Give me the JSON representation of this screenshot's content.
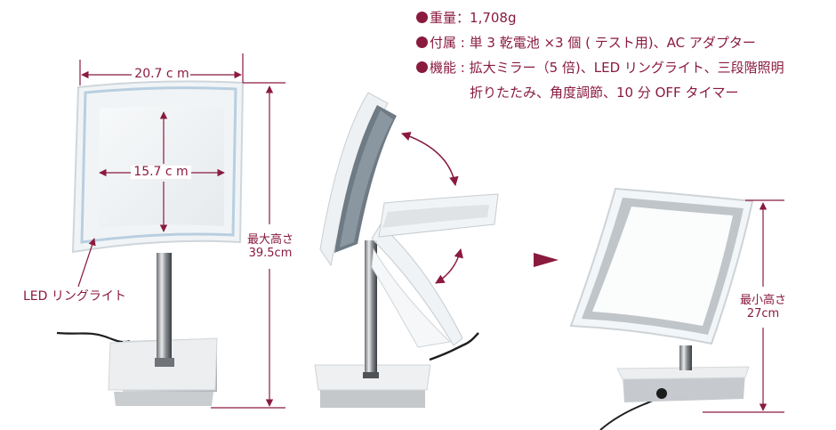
{
  "specs": {
    "weight_label": "重量",
    "weight_sep": "：",
    "weight_value": "1,708g",
    "accessories_label": "付属",
    "accessories_sep": " : ",
    "accessories_value": "単 3 乾電池 ×3 個 ( テスト用)、AC アダプター",
    "features_label": "機能",
    "features_sep": " : ",
    "features_value_line1": "拡大ミラー（5 倍)、LED リングライト、三段階照明",
    "features_value_line2": "折りたたみ、角度調節、10 分 OFF タイマー"
  },
  "dimensions": {
    "outer_width": "20.7 c m",
    "inner_width": "15.7 c m",
    "max_height_label": "最大高さ",
    "max_height_value": "39.5cm",
    "min_height_label": "最小高さ",
    "min_height_value": "27cm"
  },
  "callouts": {
    "led_ring_light": "LED リングライト"
  },
  "colors": {
    "accent": "#8a1a3e",
    "chrome": "#b8bcc0",
    "frame": "#dfe3e6"
  }
}
